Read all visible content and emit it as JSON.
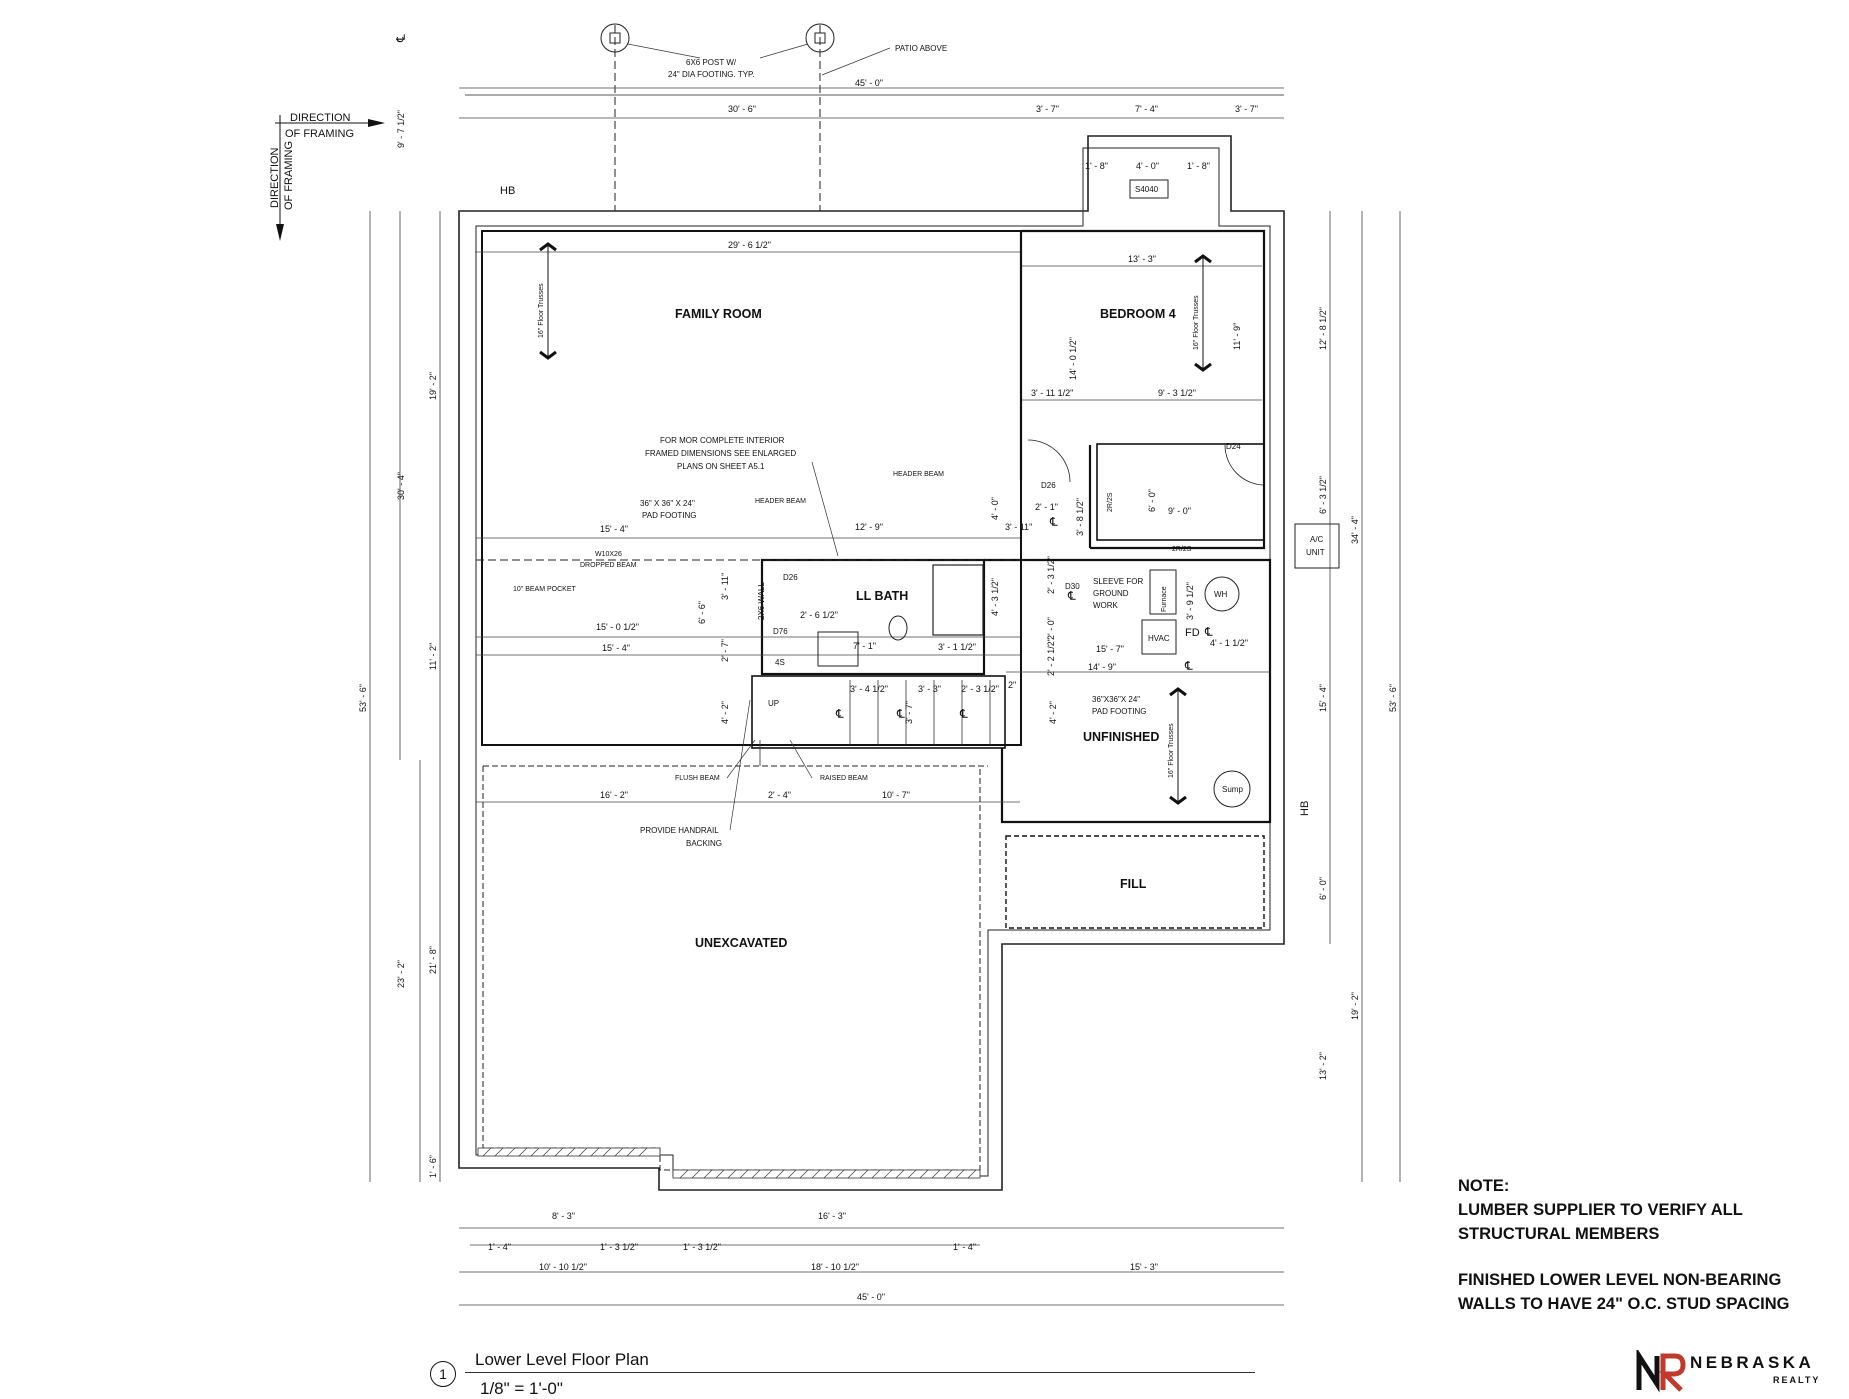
{
  "drawing": {
    "title": "Lower Level Floor Plan",
    "scale": "1/8\" = 1'-0\"",
    "number": "1"
  },
  "rooms": {
    "family_room": "FAMILY ROOM",
    "bedroom": "BEDROOM 4",
    "bath": "LL BATH",
    "unfinished": "UNFINISHED",
    "fill": "FILL",
    "unexcavated": "UNEXCAVATED"
  },
  "callouts": {
    "post": [
      "6X6 POST W/",
      "24\" DIA FOOTING. TYP."
    ],
    "patio": "PATIO ABOVE",
    "direction_h": [
      "DIRECTION",
      "OF FRAMING"
    ],
    "direction_v": [
      "DIRECTION",
      "OF FRAMING"
    ],
    "interior_note": [
      "FOR MOR COMPLETE INTERIOR",
      "FRAMED DIMENSIONS SEE ENLARGED",
      "PLANS ON SHEET A5.1"
    ],
    "pad_footing_1": [
      "36\" X 36\" X 24\"",
      "PAD FOOTING"
    ],
    "header_beam_1": "HEADER BEAM",
    "header_beam_2": "HEADER BEAM",
    "w10": [
      "W10X26",
      "DROPPED BEAM"
    ],
    "beam_pocket": "10\" BEAM POCKET",
    "sleeve": [
      "SLEEVE FOR",
      "GROUND",
      "WORK"
    ],
    "pad_footing_2": [
      "36\"X36\"X 24\"",
      "PAD FOOTING"
    ],
    "flush_beam": "FLUSH BEAM",
    "raised_beam": "RAISED BEAM",
    "handrail": [
      "PROVIDE HANDRAIL",
      "BACKING"
    ],
    "ac_unit": [
      "A/C",
      "UNIT"
    ],
    "furnace": "Furnace",
    "wh": "WH",
    "hvac": "HVAC",
    "fd": "FD",
    "sump": "Sump",
    "trusses": "16\" Floor Trusses",
    "hb": "HB",
    "up": "UP",
    "wall_2x6": "2X6 WALL",
    "window": "S4040",
    "doors": [
      "D26",
      "D24",
      "D26",
      "D30",
      "D76"
    ],
    "shelves": [
      "2R/2S",
      "2R/2S"
    ],
    "code_4s": "4S",
    "cl": "℄"
  },
  "dims": {
    "top_overall": "45' - 0\"",
    "top_left": "30' - 6\"",
    "top_a": "3' - 7\"",
    "top_b": "7' - 4\"",
    "top_c": "3' - 7\"",
    "bay_a": "1' - 8\"",
    "bay_b": "4' - 0\"",
    "bay_c": "1' - 8\"",
    "family_w": "29' - 6 1/2\"",
    "bed_w": "13' - 3\"",
    "bed_d1": "14' - 0 1/2\"",
    "bed_d2": "11' - 9\"",
    "bed_a": "3' - 11 1/2\"",
    "bed_b": "9' - 3 1/2\"",
    "left_overall": "53' - 6\"",
    "left_a": "30' - 4\"",
    "left_b": "19' - 2\"",
    "left_c": "11' - 2\"",
    "left_d": "23' - 2\"",
    "left_e": "21' - 8\"",
    "left_f": "1' - 6\"",
    "left_top": "9' - 7 1/2\"",
    "right_overall": "53' - 6\"",
    "right_a": "34' - 4\"",
    "right_b": "12' - 8 1/2\"",
    "right_c": "6' - 3 1/2\"",
    "right_d": "15' - 4\"",
    "right_e": "6' - 0\"",
    "right_f": "19' - 2\"",
    "right_g": "13' - 2\"",
    "mid_a": "15' - 4\"",
    "mid_b": "12' - 9\"",
    "mid_c": "15' - 0 1/2\"",
    "mid_d": "15' - 4\"",
    "mid_e": "3' - 11\"",
    "mid_f": "6' - 6\"",
    "mid_g": "2' - 7\"",
    "mid_h": "4' - 2\"",
    "mid_i": "2' - 6 1/2\"",
    "mid_j": "7' - 1\"",
    "mid_k": "3' - 1 1/2\"",
    "mid_l": "3' - 4 1/2\"",
    "mid_m": "3' - 3\"",
    "mid_n": "2' - 3 1/2\"",
    "mid_o": "3' - 7\"",
    "mid_p": "2\"",
    "mid_q": "16' - 2\"",
    "mid_r": "2' - 4\"",
    "mid_s": "10' - 7\"",
    "mid_t": "4' - 0\"",
    "mid_u": "3' - 11\"",
    "mid_v": "2' - 1\"",
    "mid_w": "3' - 8 1/2\"",
    "mid_x": "2' - 3 1/2\"",
    "mid_y": "2' - 0\"",
    "mid_z": "2' - 2 1/2\"",
    "mid_aa": "4' - 3 1/2\"",
    "mid_ab": "15' - 7\"",
    "mid_ac": "14' - 9\"",
    "mid_ad": "3' - 9 1/2\"",
    "mid_ae": "4' - 1 1/2\"",
    "mid_af": "4' - 2\"",
    "mid_ag": "6' - 0\"",
    "mid_ah": "9' - 0\"",
    "bot_a": "8' - 3\"",
    "bot_b": "16' - 3\"",
    "bot_c": "1' - 4\"",
    "bot_d": "1' - 3 1/2\"",
    "bot_e": "1' - 3 1/2\"",
    "bot_f": "1' - 4\"",
    "bot_g": "10' - 10 1/2\"",
    "bot_h": "18' - 10 1/2\"",
    "bot_i": "15' - 3\"",
    "bot_overall": "45' - 0\""
  },
  "notes": {
    "heading": "NOTE:",
    "line1": "LUMBER SUPPLIER TO VERIFY ALL",
    "line2": "STRUCTURAL MEMBERS",
    "line3": "FINISHED LOWER LEVEL NON-BEARING",
    "line4": "WALLS TO HAVE 24\" O.C. STUD SPACING"
  },
  "logo": {
    "mark": "NR",
    "word": "NEBRASKA",
    "sub": "REALTY"
  }
}
